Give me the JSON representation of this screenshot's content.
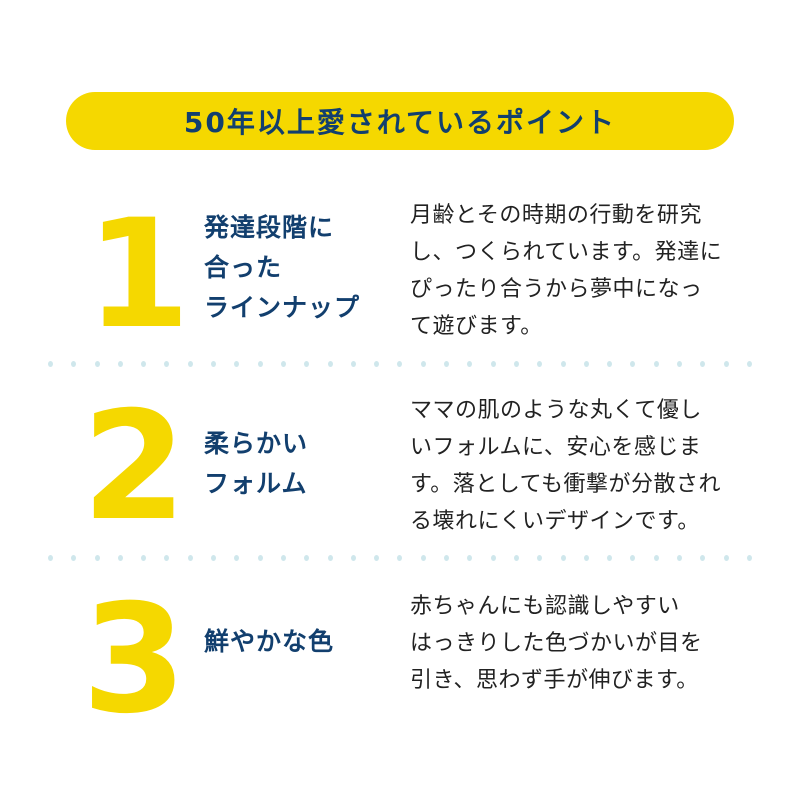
{
  "colors": {
    "yellow": "#F5D800",
    "navy": "#123F6E",
    "dots": "#CFE7EC",
    "body_text": "#222222"
  },
  "banner": {
    "title": "50年以上愛されているポイント"
  },
  "points": [
    {
      "number": "1",
      "heading_lines": [
        "発達段階に",
        "合った",
        "ラインナップ"
      ],
      "description_lines": [
        "月齢とその時期の行動を研究",
        "し、つくられています。発達に",
        "ぴったり合うから夢中になっ",
        "て遊びます。"
      ]
    },
    {
      "number": "2",
      "heading_lines": [
        "柔らかい",
        "フォルム"
      ],
      "description_lines": [
        "ママの肌のような丸くて優し",
        "いフォルムに、安心を感じま",
        "す。落としても衝撃が分散され",
        "る壊れにくいデザインです。"
      ]
    },
    {
      "number": "3",
      "heading_lines": [
        "鮮やかな色"
      ],
      "description_lines": [
        "赤ちゃんにも認識しやすい",
        "はっきりした色づかいが目を",
        "引き、思わず手が伸びます。"
      ]
    }
  ],
  "dividers": {
    "dot_count": 31
  }
}
